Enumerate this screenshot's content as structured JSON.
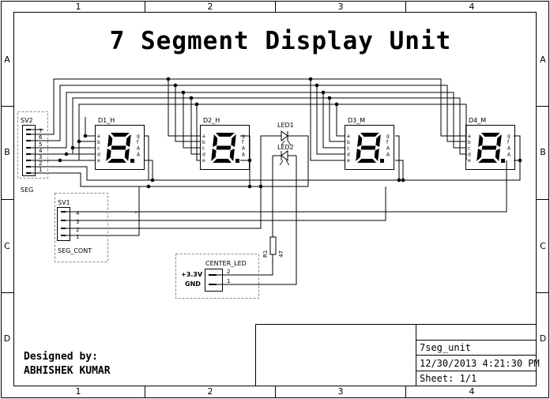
{
  "frame": {
    "col_labels": [
      "1",
      "2",
      "3",
      "4"
    ],
    "row_labels": [
      "A",
      "B",
      "C",
      "D"
    ]
  },
  "title": "7 Segment Display Unit",
  "designer": {
    "label": "Designed by:",
    "name": "ABHISHEK KUMAR"
  },
  "title_block": {
    "project": "7seg_unit",
    "date": "12/30/2013 4:21:30 PM",
    "sheet": "Sheet: 1/1"
  },
  "connectors": {
    "sv2": {
      "name": "SV2",
      "label": "SEG",
      "pins": [
        "7",
        "6",
        "5",
        "4",
        "3",
        "2",
        "1"
      ]
    },
    "sv1": {
      "name": "SV1",
      "label": "SEG_CONT",
      "pins": [
        "4",
        "3",
        "2",
        "1"
      ]
    },
    "center": {
      "name": "CENTER_LED",
      "pins": [
        "2",
        "1"
      ],
      "power": "+3.3V",
      "gnd": "GND"
    }
  },
  "displays": [
    {
      "name": "D1_H"
    },
    {
      "name": "D2_H"
    },
    {
      "name": "D3_M"
    },
    {
      "name": "D4_M"
    }
  ],
  "display_pins": {
    "left": [
      "a",
      "b",
      "c",
      "d",
      "e"
    ],
    "right": [
      "g",
      "f",
      "A",
      "A"
    ]
  },
  "leds": [
    "LED1",
    "LED2"
  ],
  "resistor": {
    "name": "R1",
    "value": "47"
  },
  "colors": {
    "ink": "#000000",
    "dashed": "#888888"
  }
}
